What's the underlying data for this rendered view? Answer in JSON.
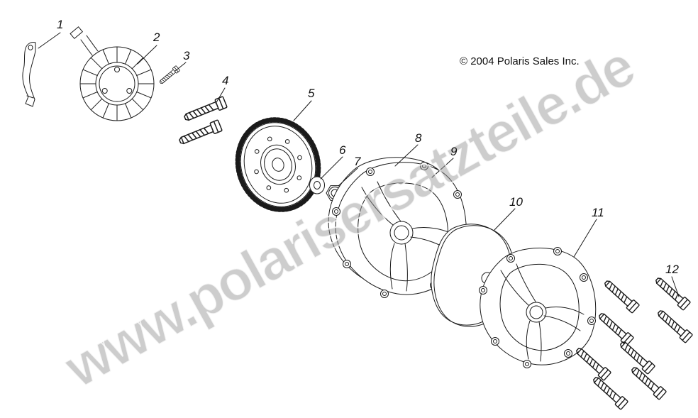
{
  "diagram": {
    "copyright": "© 2004 Polaris Sales Inc.",
    "watermark": "www.polarisersatzteile.de"
  },
  "callouts": [
    {
      "label": "1"
    },
    {
      "label": "2"
    },
    {
      "label": "3"
    },
    {
      "label": "4"
    },
    {
      "label": "5"
    },
    {
      "label": "6"
    },
    {
      "label": "7"
    },
    {
      "label": "8"
    },
    {
      "label": "9"
    },
    {
      "label": "10"
    },
    {
      "label": "11"
    },
    {
      "label": "12"
    }
  ]
}
